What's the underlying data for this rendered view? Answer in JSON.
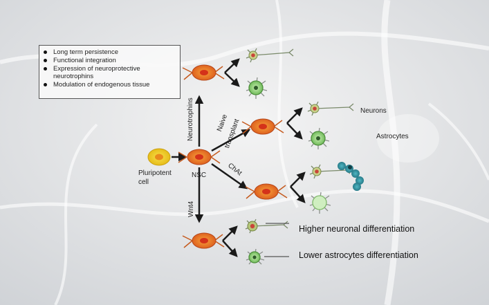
{
  "bullets": [
    "Long term persistence",
    "Functional integration",
    "Expression of neuroprotective neurotrophins",
    "Modulation of endogenous tissue"
  ],
  "labels": {
    "pluripotent": "Pluripotent",
    "cell": "cell",
    "nsc": "NSC",
    "neurotrophins": "Neurotrophins",
    "naive": "Naive",
    "transplant": "transplant",
    "chat": "ChAt",
    "wnt4": "Wnt4",
    "neurons": "Neurons",
    "astrocytes": "Astrocytes",
    "higher": "Higher neuronal differentiation",
    "lower": "Lower astrocytes differentiation"
  },
  "colors": {
    "nsc_cell": "#e8671c",
    "pluripotent_cell": "#f2d21a",
    "neuron_nucleus": "#c9453a",
    "astrocyte_body": "#7cc96b",
    "cluster": "#2d8f8f"
  }
}
